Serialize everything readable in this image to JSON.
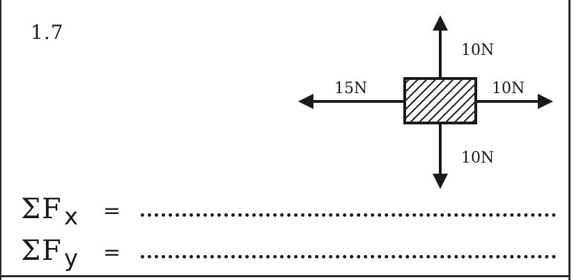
{
  "problem": {
    "number": "1.7"
  },
  "forces": {
    "up": "10N",
    "down": "10N",
    "left": "15N",
    "right": "10N"
  },
  "equations": [
    {
      "sigma": "Σ",
      "symbol": "F",
      "subscript": "x",
      "equals": "="
    },
    {
      "sigma": "Σ",
      "symbol": "F",
      "subscript": "y",
      "equals": "="
    }
  ],
  "colors": {
    "ink": "#1a1a1a",
    "background": "#ffffff"
  }
}
